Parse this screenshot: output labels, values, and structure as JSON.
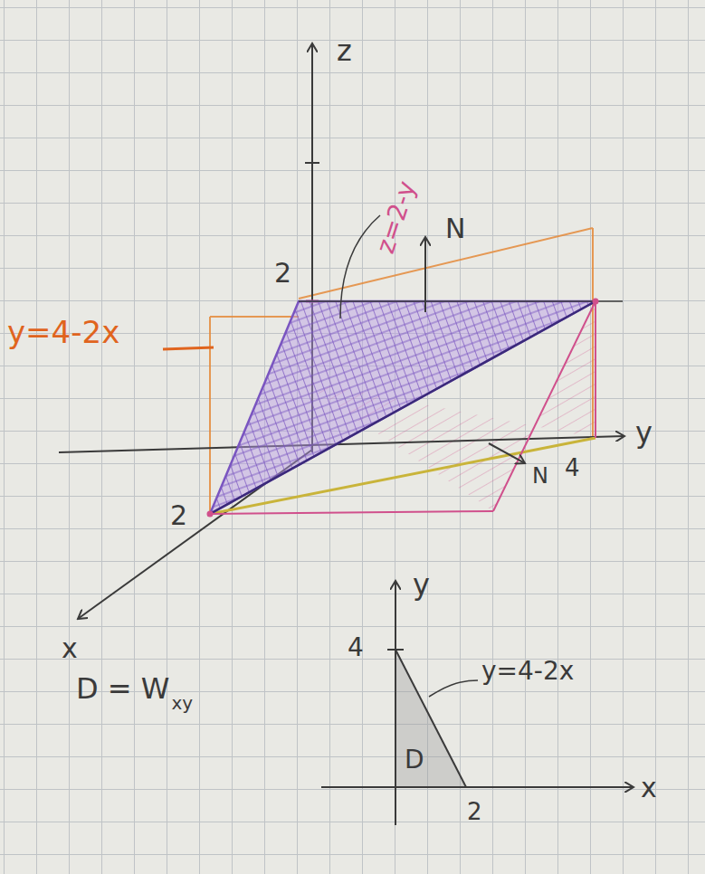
{
  "diagram": {
    "labels": [
      "z",
      "z=2-y",
      "N",
      "2",
      "y=4-2x",
      "y",
      "N",
      "4",
      "2",
      "x",
      "D = W",
      "xy",
      "y",
      "4",
      "y=4-2x",
      "D",
      "2",
      "x"
    ]
  }
}
